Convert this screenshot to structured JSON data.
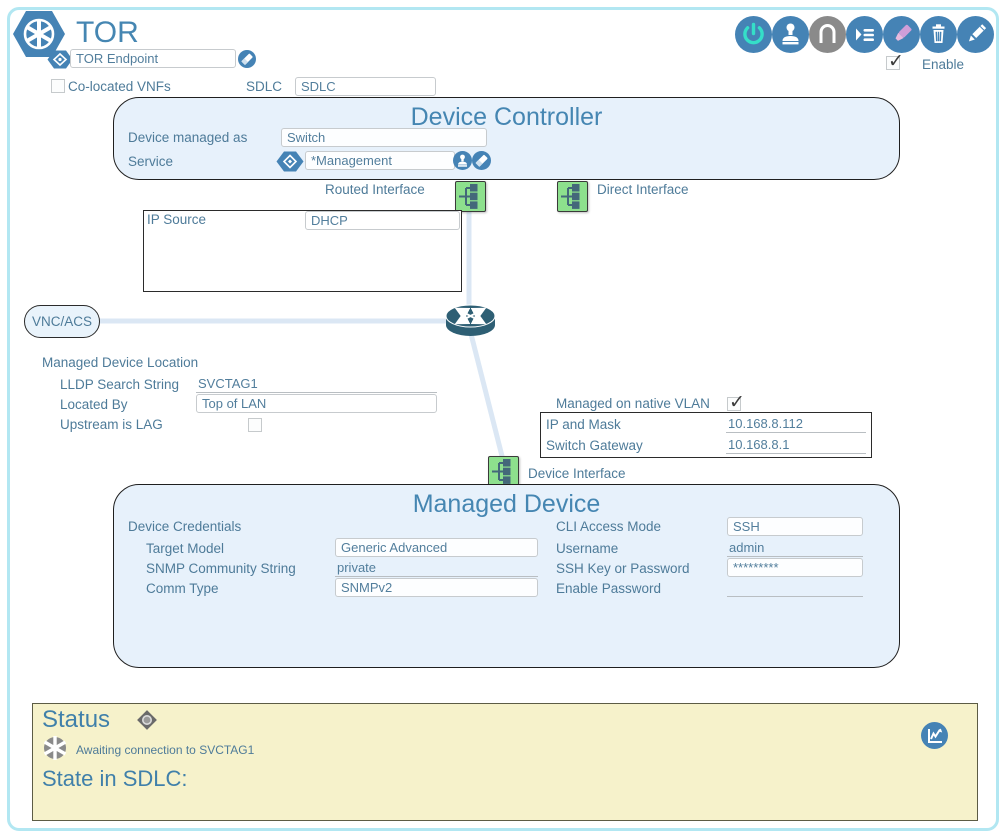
{
  "app": {
    "title": "TOR",
    "enable_label": "Enable",
    "enable_checked": true
  },
  "toolbar": {
    "icons": [
      "power-icon",
      "stamp-icon",
      "arch-icon",
      "list-icon",
      "highlighter-icon",
      "trash-icon",
      "pencil-icon"
    ]
  },
  "endpoint": {
    "value": "TOR Endpoint"
  },
  "top_fields": {
    "co_located_label": "Co-located VNFs",
    "co_located_checked": false,
    "sdlc_label": "SDLC",
    "sdlc_value": "SDLC"
  },
  "device_controller": {
    "title": "Device Controller",
    "device_managed_as_label": "Device managed as",
    "device_managed_as_value": "Switch",
    "service_label": "Service",
    "service_value": "*Management"
  },
  "interfaces": {
    "routed_label": "Routed Interface",
    "direct_label": "Direct Interface",
    "device_label": "Device Interface"
  },
  "ip_source": {
    "label": "IP Source",
    "value": "DHCP"
  },
  "vnc_acs": {
    "label": "VNC/ACS"
  },
  "location": {
    "title": "Managed Device Location",
    "lldp_label": "LLDP Search String",
    "lldp_value": "SVCTAG1",
    "located_by_label": "Located By",
    "located_by_value": "Top of LAN",
    "upstream_label": "Upstream is LAG",
    "upstream_checked": false
  },
  "vlan": {
    "managed_native_label": "Managed on native VLAN",
    "managed_native_checked": true,
    "ip_mask_label": "IP and Mask",
    "ip_mask_value": "10.168.8.112",
    "gateway_label": "Switch Gateway",
    "gateway_value": "10.168.8.1"
  },
  "managed_device": {
    "title": "Managed Device",
    "credentials_label": "Device Credentials",
    "target_model_label": "Target Model",
    "target_model_value": "Generic Advanced",
    "snmp_label": "SNMP Community String",
    "snmp_value": "private",
    "comm_type_label": "Comm Type",
    "comm_type_value": "SNMPv2",
    "cli_label": "CLI Access Mode",
    "cli_value": "SSH",
    "username_label": "Username",
    "username_value": "admin",
    "ssh_key_label": "SSH Key or Password",
    "ssh_key_value": "*********",
    "enable_password_label": "Enable Password",
    "enable_password_value": ""
  },
  "status": {
    "title": "Status",
    "message": "Awaiting connection to SVCTAG1",
    "state_label": "State in SDLC:"
  },
  "colors": {
    "accent_blue": "#4583b5",
    "panel_bg": "#e7f1fb",
    "status_bg": "#f6f2cb",
    "interface_green": "#8de08d",
    "link_line": "#dbe7f4",
    "power_teal": "#35dfc8",
    "router_teal": "#2e5f74",
    "highlighter_pink": "#cf9ed8"
  }
}
